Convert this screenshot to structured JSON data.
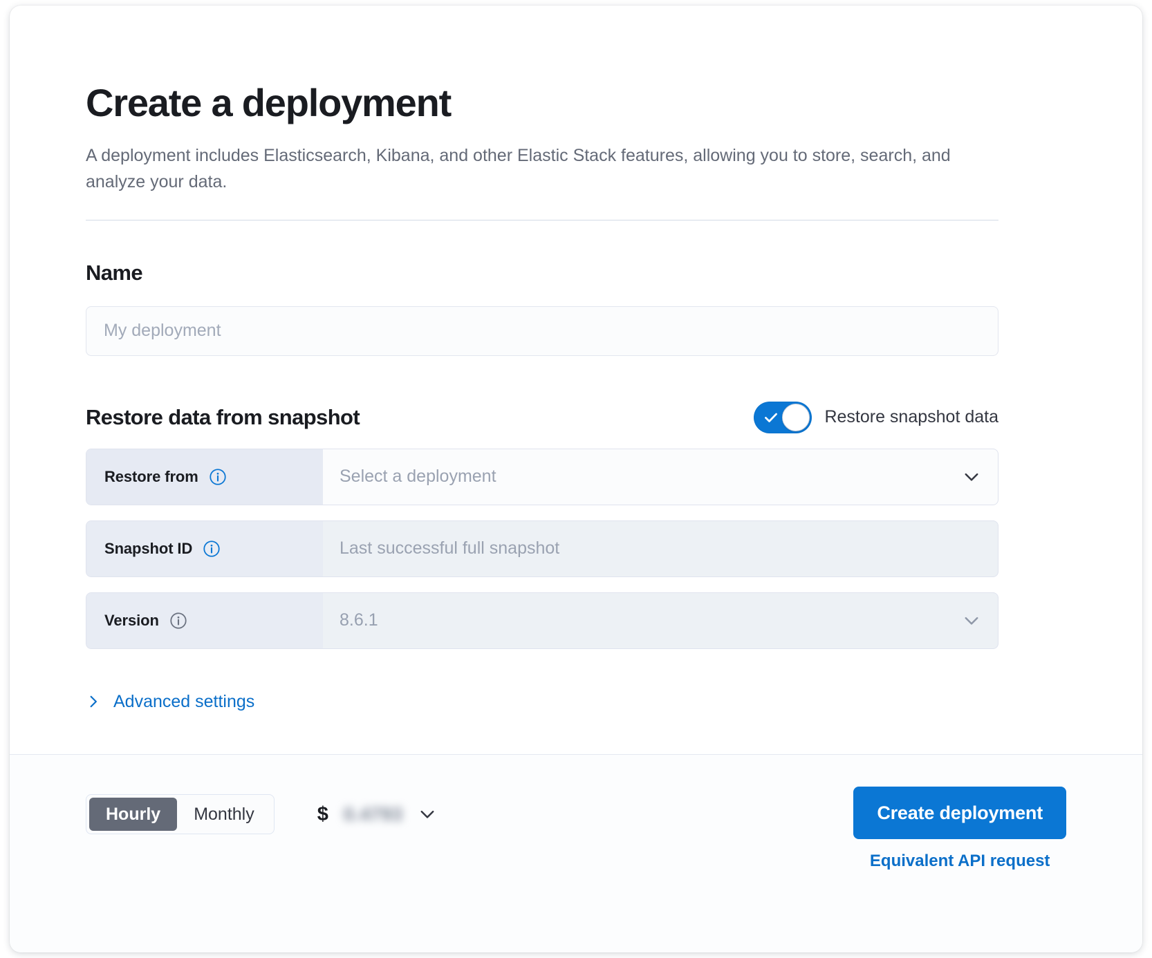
{
  "header": {
    "title": "Create a deployment",
    "description": "A deployment includes Elasticsearch, Kibana, and other Elastic Stack features, allowing you to store, search, and analyze your data."
  },
  "name_section": {
    "title": "Name",
    "input_value": "",
    "input_placeholder": "My deployment"
  },
  "restore_section": {
    "title": "Restore data from snapshot",
    "toggle_label": "Restore snapshot data",
    "toggle_on": true,
    "toggle_color": "#0b77d4",
    "rows": [
      {
        "label": "Restore from",
        "value": "Select a deployment",
        "is_placeholder": true,
        "disabled": false,
        "has_chevron": true,
        "info_icon": "info-circle-icon",
        "info_color": "#0b77d4"
      },
      {
        "label": "Snapshot ID",
        "value": "Last successful full snapshot",
        "is_placeholder": true,
        "disabled": true,
        "has_chevron": false,
        "info_icon": "info-circle-icon",
        "info_color": "#0b77d4"
      },
      {
        "label": "Version",
        "value": "8.6.1",
        "is_placeholder": false,
        "disabled": true,
        "has_chevron": true,
        "info_icon": "info-circle-icon",
        "info_color": "#6b7280"
      }
    ]
  },
  "advanced": {
    "label": "Advanced settings",
    "icon": "chevron-right-icon",
    "color": "#0b6fc9"
  },
  "footer": {
    "billing_options": [
      {
        "label": "Hourly",
        "active": true
      },
      {
        "label": "Monthly",
        "active": false
      }
    ],
    "price_currency": "$",
    "price_amount": "0.4793",
    "price_redacted": true,
    "price_chevron": "chevron-down-icon",
    "create_button": "Create deployment",
    "api_link": "Equivalent API request",
    "accent_color": "#0b77d4"
  }
}
